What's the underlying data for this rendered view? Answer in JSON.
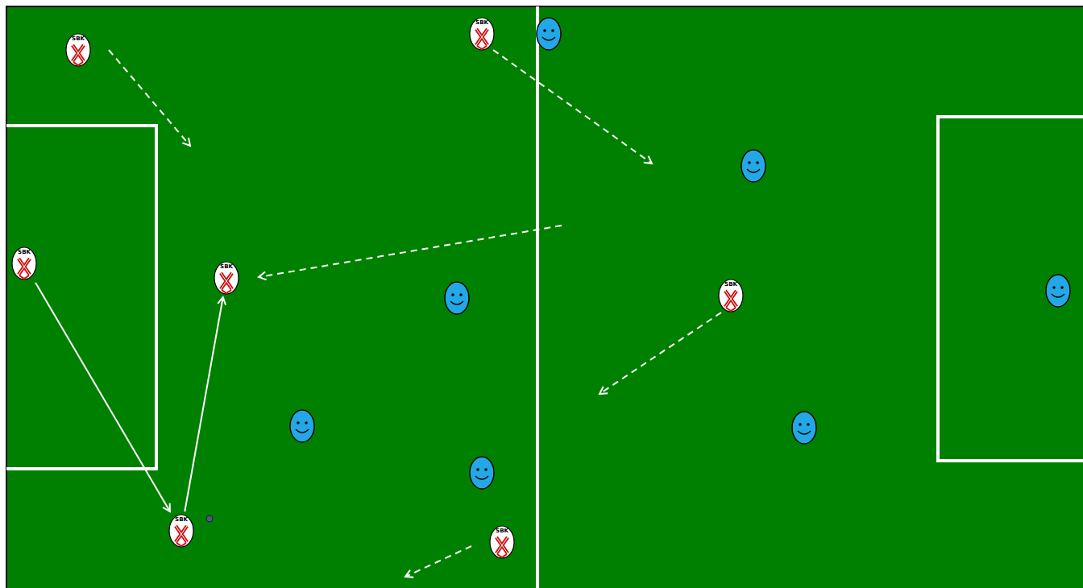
{
  "diagram": {
    "nodes": [
      {
        "text": [
          "SBK"
        ]
      },
      {
        "text": [
          "SBK"
        ]
      },
      {
        "text": [
          "SBK"
        ]
      },
      {
        "text": [
          "SBK"
        ]
      },
      {
        "text": [
          "SBK"
        ]
      },
      {
        "text": [
          "SBK"
        ]
      },
      {
        "text": [
          "SBK"
        ]
      }
    ],
    "edges": [
      {
        "from": 2,
        "to": 5,
        "arrow": "to"
      },
      {
        "from": 5,
        "to": 3,
        "arrow": "to"
      }
    ]
  }
}
